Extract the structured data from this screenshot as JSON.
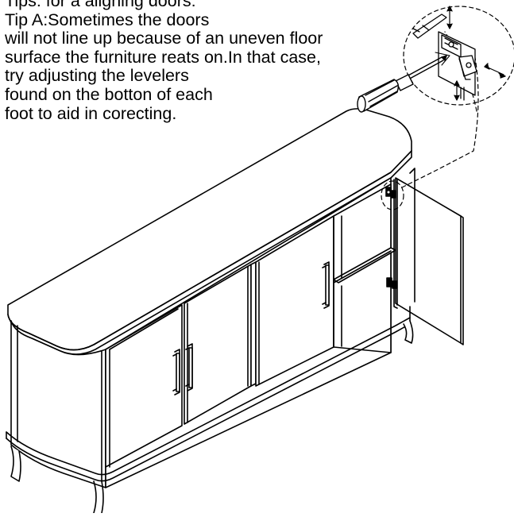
{
  "instructions": {
    "lines": [
      "Tips: for a aligning doors:",
      "Tip A:Sometimes the doors",
      "will not line up because of an uneven floor",
      "surface the furniture reats on.In that case,",
      "try adjusting the levelers",
      "found on the botton of each",
      "foot to aid in corecting."
    ]
  },
  "colors": {
    "ink": "#000000",
    "paper": "#ffffff"
  },
  "icons": {
    "screwdriver": "screwdriver-icon",
    "hinge": "hinge-detail-icon",
    "adjust_arrows": "adjust-arrows-icon"
  }
}
